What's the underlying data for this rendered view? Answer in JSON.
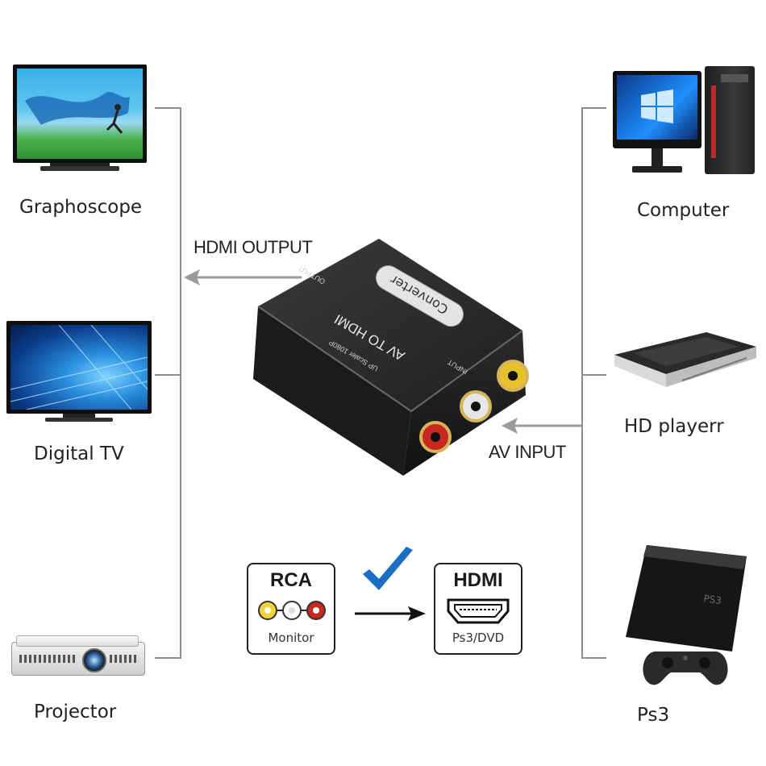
{
  "left_devices": [
    {
      "label": "Graphoscope"
    },
    {
      "label": "Digital  TV"
    },
    {
      "label": "Projector"
    }
  ],
  "right_devices": [
    {
      "label": "Computer"
    },
    {
      "label": "HD playerr"
    },
    {
      "label": "Ps3"
    }
  ],
  "arrows": {
    "output_label": "HDMI OUTPUT",
    "input_label": "AV INPUT"
  },
  "converter": {
    "title": "AV TO HDMI",
    "subtitle": "UP Scaler 1080P",
    "badge": "Converter",
    "side_left": "OUTPUT",
    "side_right": "INPUT",
    "colors": {
      "body": "#2b2b2d",
      "yellow": "#e8c22a",
      "white": "#e6e6e6",
      "red": "#c8281e"
    }
  },
  "rca_box": {
    "title": "RCA",
    "sub": "Monitor"
  },
  "hdmi_box": {
    "title": "HDMI",
    "sub": "Ps3/DVD"
  },
  "check_color": "#1a6fc4"
}
